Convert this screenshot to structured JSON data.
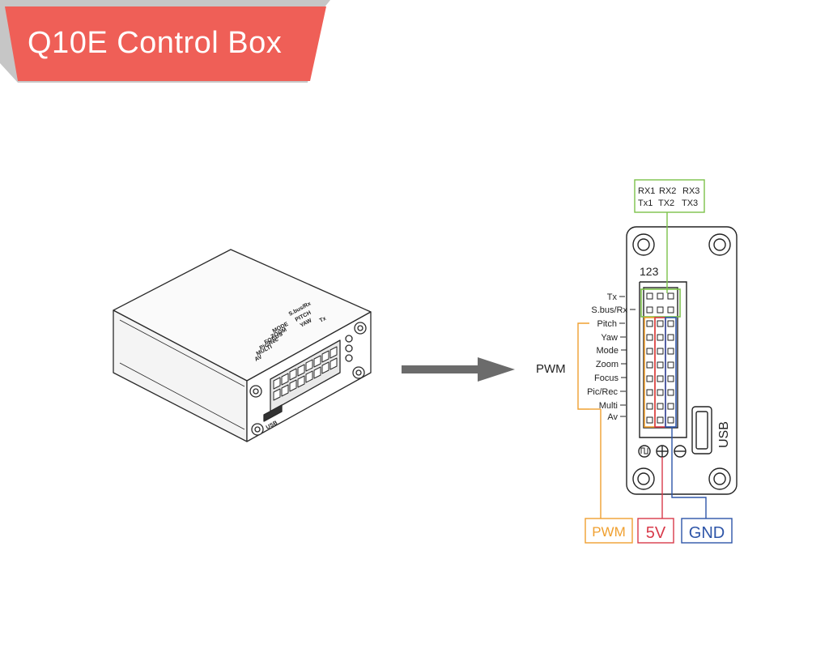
{
  "header": {
    "title": "Q10E Control Box",
    "banner_color": "#ef5f57"
  },
  "device": {
    "side_labels": [
      "Tx",
      "S.bus/Rx",
      "PITCH",
      "YAW",
      "MODE",
      "ZOOM",
      "FOCUS",
      "Pic/Rec",
      "MULTI",
      "AV"
    ],
    "usb_label": "USB"
  },
  "diagram": {
    "serial_header": {
      "row1": [
        "RX1",
        "RX2",
        "RX3"
      ],
      "row2": [
        "Tx1",
        "TX2",
        "TX3"
      ]
    },
    "col_numbers": "123",
    "pin_labels": [
      "Tx",
      "S.bus/Rx",
      "Pitch",
      "Yaw",
      "Mode",
      "Zoom",
      "Focus",
      "Pic/Rec",
      "Multi",
      "Av"
    ],
    "pwm_group_label": "PWM",
    "usb_label": "USB",
    "bottom_labels": {
      "pwm": "PWM",
      "v5": "5V",
      "gnd": "GND"
    },
    "colors": {
      "green": "#7cc24a",
      "orange": "#f0a030",
      "red": "#d83a4a",
      "blue": "#2e55a8",
      "line": "#222222"
    }
  }
}
